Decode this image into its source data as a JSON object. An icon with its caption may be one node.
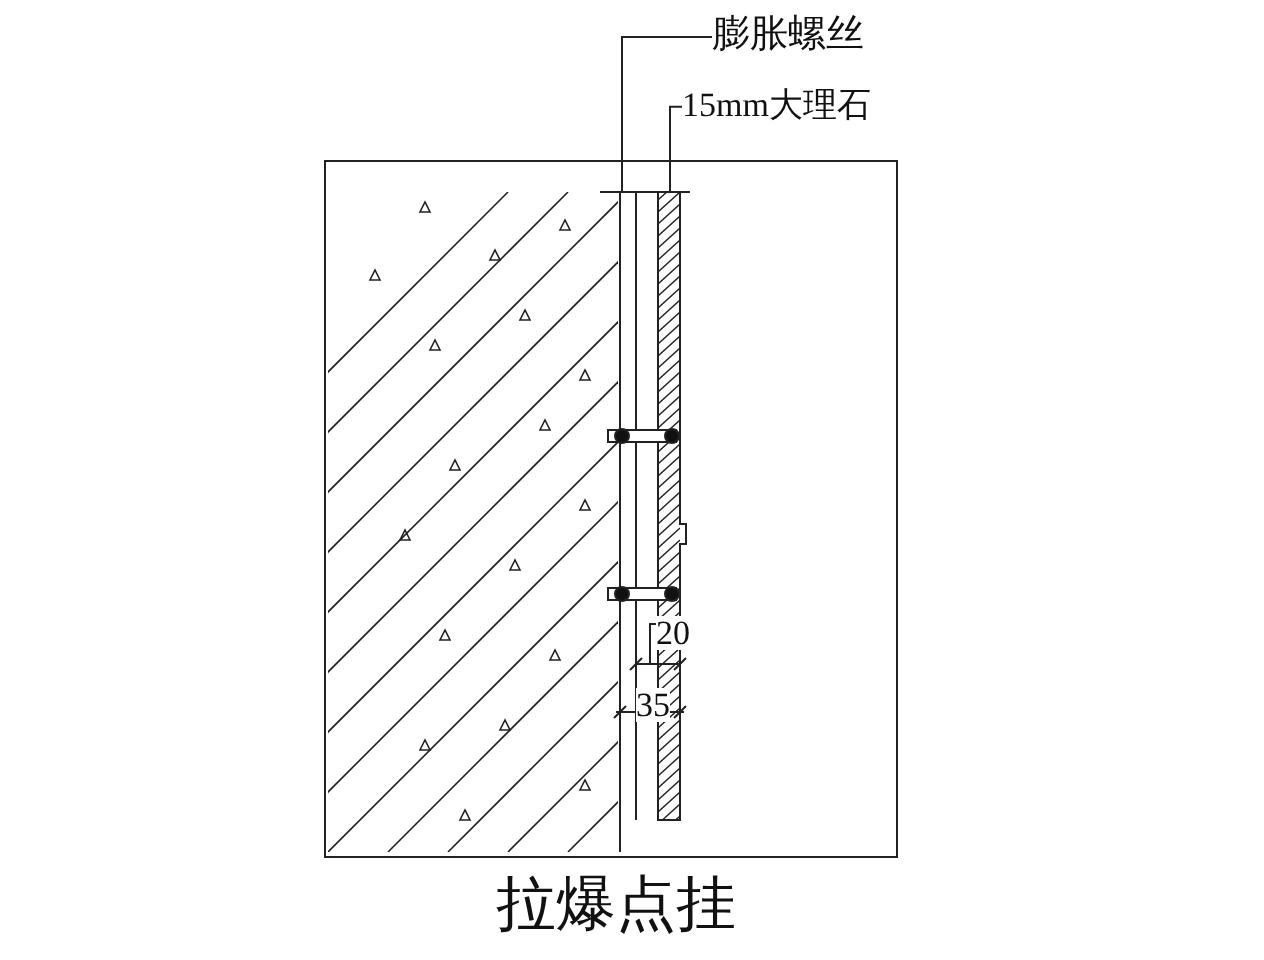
{
  "diagram": {
    "caption": "拉爆点挂",
    "nodes": [
      {
        "text": [
          "膨胀螺丝"
        ]
      },
      {
        "text": [
          "15mm大理石"
        ]
      }
    ],
    "edges": [
      {
        "from": 0,
        "to": null,
        "arrow": "none"
      },
      {
        "from": 1,
        "to": null,
        "arrow": "none"
      }
    ],
    "labels": [
      "20",
      "35"
    ]
  }
}
